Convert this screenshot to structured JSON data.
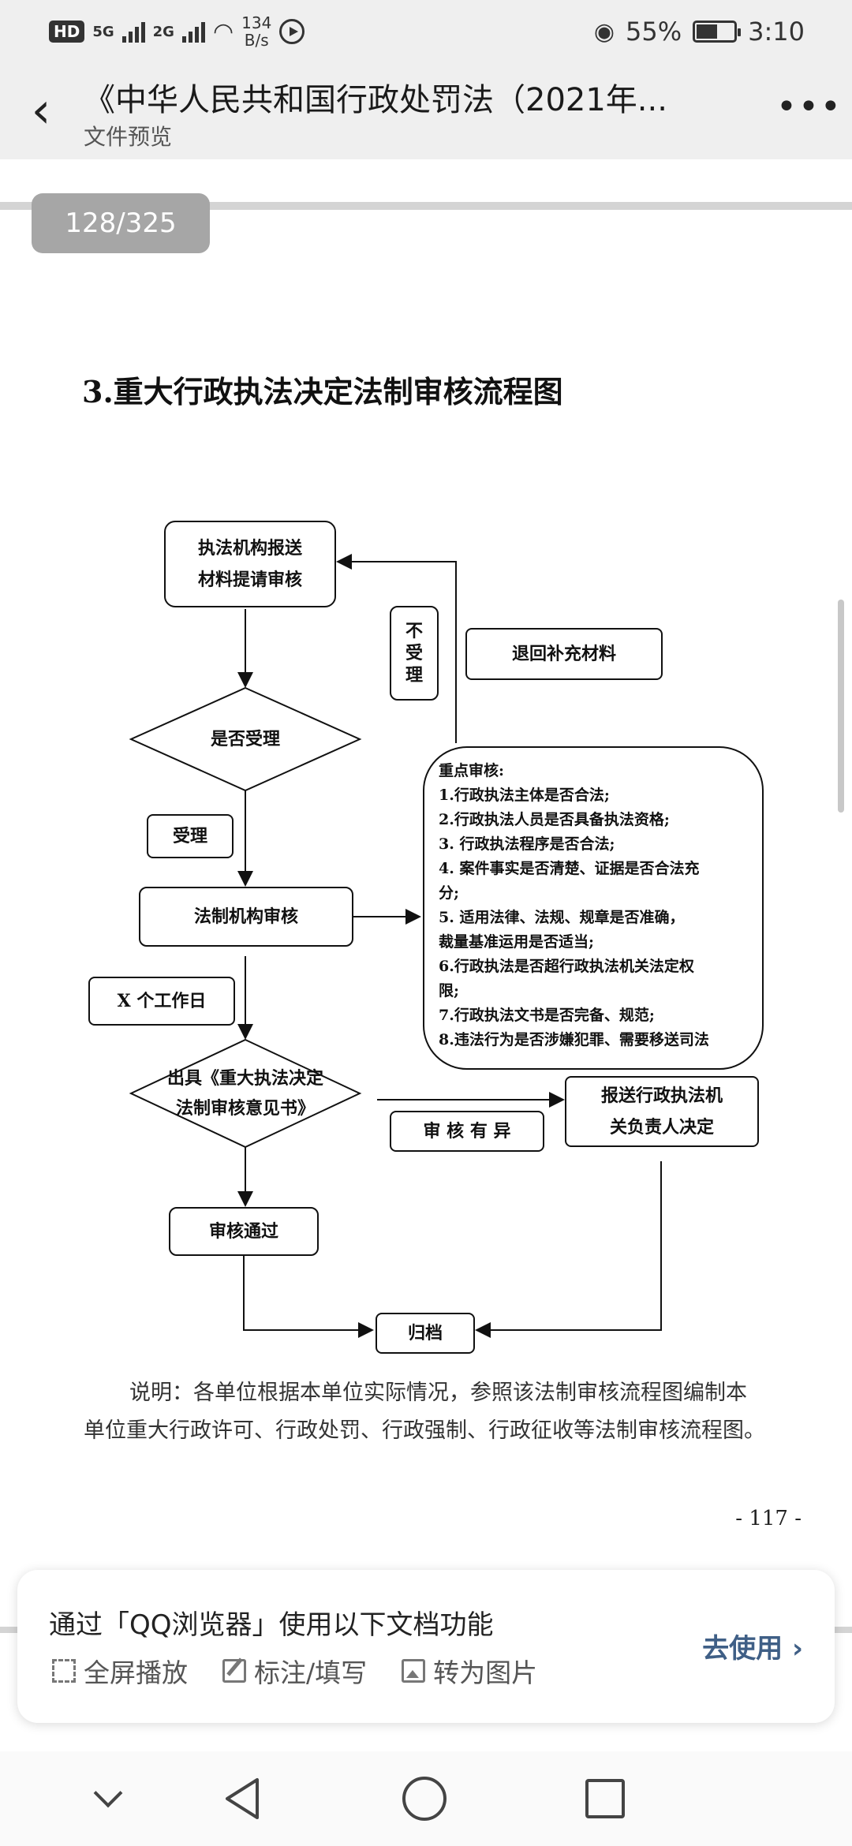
{
  "status_bar": {
    "hd": "HD",
    "sim1": "5G",
    "sim2": "2G",
    "speed_value": "134",
    "speed_unit": "B/s",
    "battery": "55%",
    "time": "3:10"
  },
  "header": {
    "title": "《中华人民共和国行政处罚法（2021年...",
    "subtitle": "文件预览"
  },
  "page_indicator": "128/325",
  "document": {
    "heading": "3.重大行政执法决定法制审核流程图",
    "flow": {
      "submit": [
        "执法机构报送",
        "材料提请审核"
      ],
      "accept_q": "是否受理",
      "not_accept": "不受理",
      "return": "退回补充材料",
      "accept": "受理",
      "legal_review": "法制机构审核",
      "workdays": "X 个工作日",
      "issue_opinion": [
        "出具《重大执法决定",
        "法制审核意见书》"
      ],
      "has_objection": "审 核 有 异",
      "report": [
        "报送行政执法机",
        "关负责人决定"
      ],
      "passed": "审核通过",
      "archive": "归档",
      "key_review": [
        "重点审核:",
        "1.行政执法主体是否合法;",
        "2.行政执法人员是否具备执法资格;",
        "3. 行政执法程序是否合法;",
        "4. 案件事实是否清楚、证据是否合法充",
        "分;",
        "5. 适用法律、法规、规章是否准确，",
        "裁量基准运用是否适当;",
        "6.行政执法是否超行政执法机关法定权",
        "限;",
        "7.行政执法文书是否完备、规范;",
        "8.违法行为是否涉嫌犯罪、需要移送司法"
      ]
    },
    "note": [
      "说明：各单位根据本单位实际情况，参照该法制审核流程图编制本",
      "单位重大行政许可、行政处罚、行政强制、行政征收等法制审核流程图。"
    ],
    "page_number": "- 117 -"
  },
  "qq_card": {
    "title": "通过「QQ浏览器」使用以下文档功能",
    "features": [
      {
        "icon": "fullscreen-icon",
        "label": "全屏播放"
      },
      {
        "icon": "edit-icon",
        "label": "标注/填写"
      },
      {
        "icon": "image-icon",
        "label": "转为图片"
      }
    ],
    "action": "去使用 ›"
  }
}
